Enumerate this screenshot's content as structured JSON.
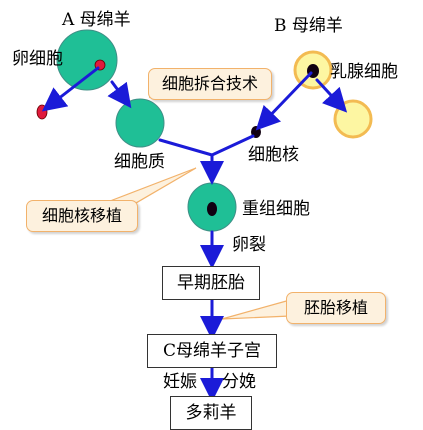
{
  "labels": {
    "sheep_a": "A 母绵羊",
    "sheep_b": "B 母绵羊",
    "egg_cell": "卵细胞",
    "mammary_cell": "乳腺细胞",
    "cytoplasm": "细胞质",
    "nucleus": "细胞核",
    "recombinant_cell": "重组细胞",
    "cleavage": "卵裂",
    "gestation": "妊娠",
    "delivery": "分娩"
  },
  "callouts": {
    "fusion": "细胞拆合技术",
    "nuclear_transfer": "细胞核移植",
    "embryo_transfer": "胚胎移植"
  },
  "stages": {
    "early_embryo": "早期胚胎",
    "surrogate_uterus": "C母绵羊子宫",
    "result": "多莉羊"
  },
  "colors": {
    "arrow": "#1b1bd8",
    "cell_green": "#1fbf96",
    "cell_yellow": "#fdf6a2",
    "cell_yellow_border": "#f3bb52",
    "nucleus_red": "#e01a3c",
    "nucleus_dark": "#110011",
    "callout_fill": "#fdf1de",
    "callout_border": "#f2b26b"
  }
}
